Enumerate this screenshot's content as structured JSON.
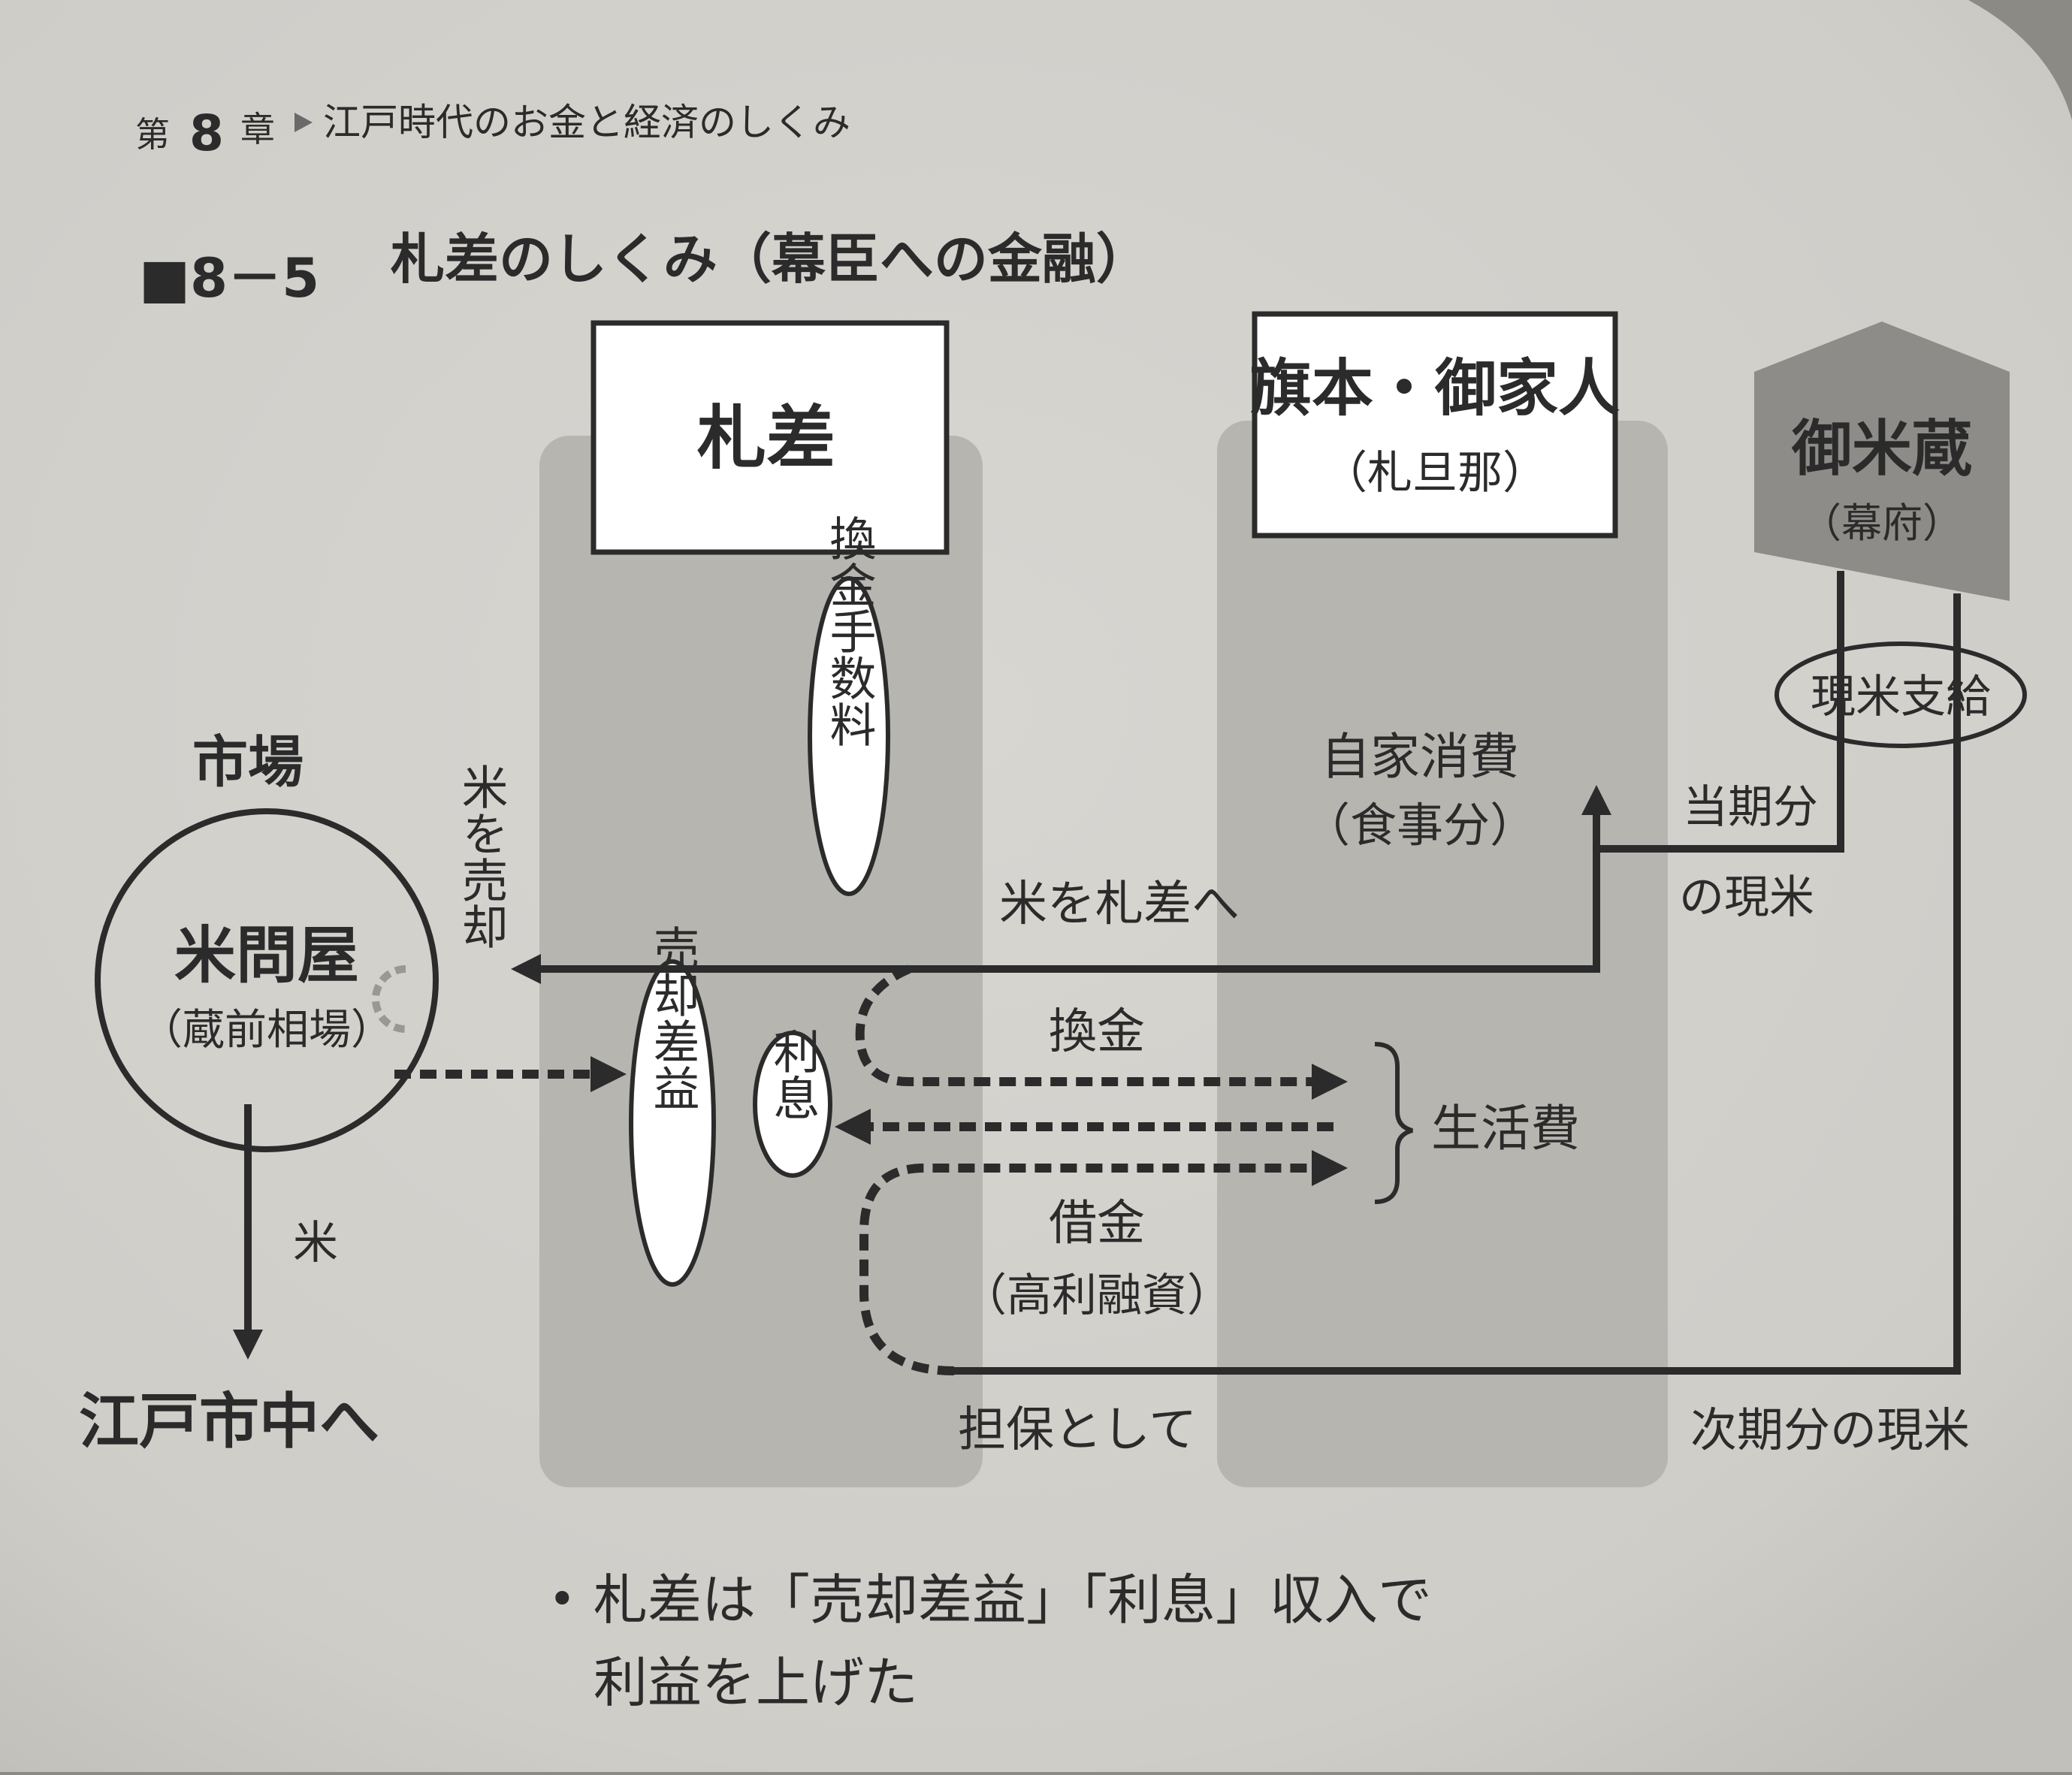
{
  "header": {
    "chapter_prefix": "第",
    "chapter_number": "8",
    "chapter_suffix": "章",
    "chapter_title": "江戸時代のお金と経済のしくみ"
  },
  "figure": {
    "number": "■8－5",
    "title": "札差のしくみ（幕臣への金融）"
  },
  "nodes": {
    "fudasashi": "札差",
    "hatamoto_title": "旗本・御家人",
    "hatamoto_sub": "（札旦那）",
    "okomegura_title": "御米蔵",
    "okomegura_sub": "（幕府）",
    "market_label": "市場",
    "komedonya_title": "米問屋",
    "komedonya_sub": "（蔵前相場）"
  },
  "labels": {
    "kankin_fee": "換金手数料",
    "kome_baikyaku": "米を売却",
    "baikyaku_saeki": "売却差益",
    "risoku": "利息",
    "genmai_shikyu": "現米支給",
    "jika_shohi": "自家消費",
    "shokuji_bun": "（食事分）",
    "touki_1": "当期分",
    "touki_2": "の現米",
    "kome_to_fudasashi": "米を札差へ",
    "kankin": "換金",
    "seikatsuhi": "生活費",
    "shakkin": "借金",
    "kouri": "（高利融資）",
    "tanpo": "担保として",
    "jiki": "次期分の現米",
    "kome": "米",
    "edo": "江戸市中へ"
  },
  "note": {
    "bullet": "•",
    "line1": "札差は「売却差益」「利息」収入で",
    "line2": "利益を上げた"
  },
  "colors": {
    "page": "#d3d1cc",
    "column": "#b7b5b0",
    "storehouse": "#8e8c88",
    "ink": "#2b2b2b"
  }
}
